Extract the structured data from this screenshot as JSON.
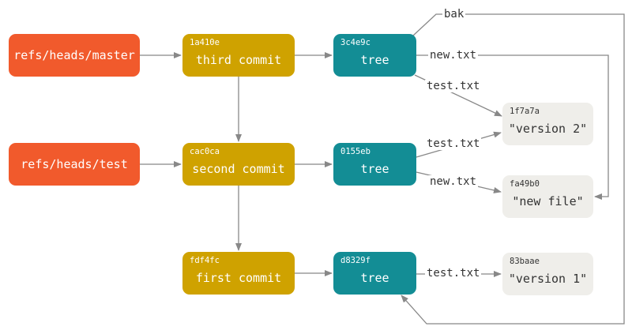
{
  "refs": {
    "master": "refs/heads/master",
    "test": "refs/heads/test"
  },
  "commits": {
    "third": {
      "sha": "1a410e",
      "label": "third commit"
    },
    "second": {
      "sha": "cac0ca",
      "label": "second commit"
    },
    "first": {
      "sha": "fdf4fc",
      "label": "first commit"
    }
  },
  "trees": {
    "t1": {
      "sha": "3c4e9c",
      "label": "tree"
    },
    "t2": {
      "sha": "0155eb",
      "label": "tree"
    },
    "t3": {
      "sha": "d8329f",
      "label": "tree"
    }
  },
  "blobs": {
    "v2": {
      "sha": "1f7a7a",
      "label": "\"version 2\""
    },
    "nf": {
      "sha": "fa49b0",
      "label": "\"new file\""
    },
    "v1": {
      "sha": "83baae",
      "label": "\"version 1\""
    }
  },
  "edges": {
    "bak": "bak",
    "t1_new": "new.txt",
    "t1_test": "test.txt",
    "t2_test": "test.txt",
    "t2_new": "new.txt",
    "t3_test": "test.txt"
  },
  "colors": {
    "ref": "#f15a2c",
    "commit": "#cfa200",
    "tree": "#138d95",
    "blob": "#efeeea",
    "arrow": "#888888"
  }
}
